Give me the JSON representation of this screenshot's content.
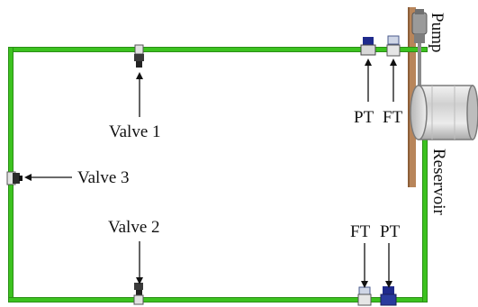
{
  "labels": {
    "pump": "Pump",
    "reservoir": "Reservoir",
    "valve1": "Valve 1",
    "valve2": "Valve 2",
    "valve3": "Valve 3",
    "pt_top": "PT",
    "ft_top": "FT",
    "ft_bottom": "FT",
    "pt_bottom": "PT"
  },
  "colors": {
    "pipe": "#3cc21f",
    "pipe_edge": "#2a8f15",
    "wall": "#b8855a",
    "tank": "#d9d9d9",
    "transmitter_blue": "#1f2a8c",
    "label": "#111111"
  }
}
